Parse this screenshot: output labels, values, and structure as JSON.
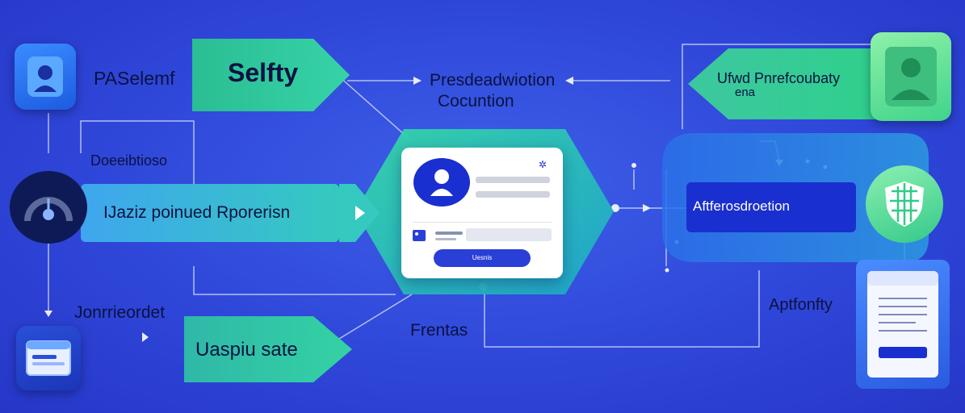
{
  "labels": {
    "pas_label": "PASelemf",
    "selfty": "Selfty",
    "presdeadwiotion": "Presdeadwiotion",
    "cocuntion": "Cocuntion",
    "proficobaty_line1": "Ufwd Pnrefcoubaty",
    "proficobaty_line2": "ena",
    "dositioso": "Doeeibtioso",
    "jaziz": "IJaziz poinued Rporerisn",
    "aftrestion": "Aftferosdroetion",
    "jornitrondet": "Jonrrieordet",
    "uaspiu": "Uaspiu sate",
    "frentas": "Frentas",
    "aptfonty": "Aptfonfty"
  },
  "card": {
    "action_label": "Uesnis"
  },
  "colors": {
    "background": "#2f47d9",
    "banner_green": "#2fd49a",
    "banner_teal": "#29b4c8",
    "node_blue": "#1a2fd0",
    "label_dark": "#0a1240",
    "card_white": "#ffffff"
  },
  "icons": {
    "top_left": "user-avatar-icon",
    "mid_left": "gauge-icon",
    "bottom_left": "browser-window-icon",
    "top_right": "user-avatar-icon",
    "mid_right": "shield-globe-icon",
    "bottom_right": "document-icon",
    "card_avatar": "user-avatar-icon"
  }
}
